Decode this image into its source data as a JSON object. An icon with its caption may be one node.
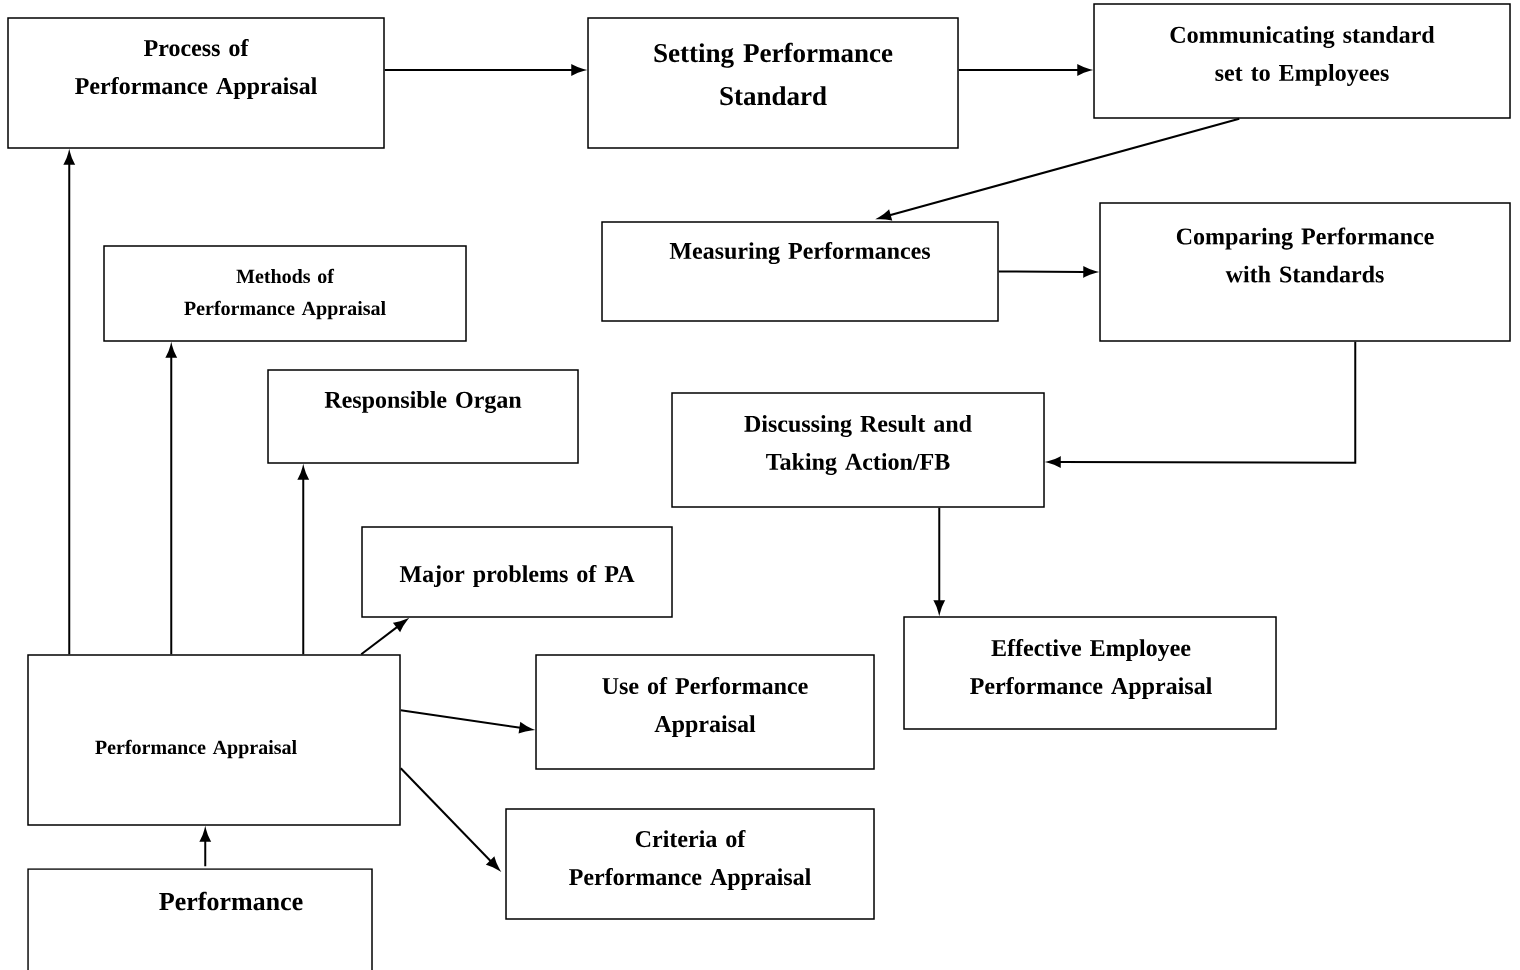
{
  "diagram": {
    "nodes": [
      {
        "text": [
          "Process of Performance Appraisal"
        ]
      },
      {
        "text": [
          "Setting Performance Standard"
        ]
      },
      {
        "text": [
          "Communicating standard set to Employees"
        ]
      },
      {
        "text": [
          "Measuring Performances"
        ]
      },
      {
        "text": [
          "Comparing Performance with Standards"
        ]
      },
      {
        "text": [
          "Methods of Performance Appraisal"
        ]
      },
      {
        "text": [
          "Responsible Organ"
        ]
      },
      {
        "text": [
          "Discussing Result and Taking Action/FB"
        ]
      },
      {
        "text": [
          "Major problems of PA"
        ]
      },
      {
        "text": [
          "Effective Employee Performance Appraisal"
        ]
      },
      {
        "text": [
          "Performance Appraisal"
        ]
      },
      {
        "text": [
          "Use of Performance Appraisal"
        ]
      },
      {
        "text": [
          "Criteria of Performance Appraisal"
        ]
      },
      {
        "text": [
          "Performance"
        ]
      }
    ],
    "edges": [
      {
        "from": 0,
        "to": 1,
        "arrow": "to"
      },
      {
        "from": 1,
        "to": 2,
        "arrow": "to"
      },
      {
        "from": 2,
        "to": 3,
        "arrow": "to"
      },
      {
        "from": 3,
        "to": 4,
        "arrow": "to"
      },
      {
        "from": 4,
        "to": 7,
        "arrow": "to"
      },
      {
        "from": 7,
        "to": 9,
        "arrow": "to"
      },
      {
        "from": 10,
        "to": 0,
        "arrow": "to"
      },
      {
        "from": 10,
        "to": 5,
        "arrow": "to"
      },
      {
        "from": 10,
        "to": 6,
        "arrow": "to"
      },
      {
        "from": 10,
        "to": 8,
        "arrow": "to"
      },
      {
        "from": 10,
        "to": 11,
        "arrow": "to"
      },
      {
        "from": 10,
        "to": 12,
        "arrow": "to"
      },
      {
        "from": 13,
        "to": 10,
        "arrow": "to"
      }
    ]
  }
}
